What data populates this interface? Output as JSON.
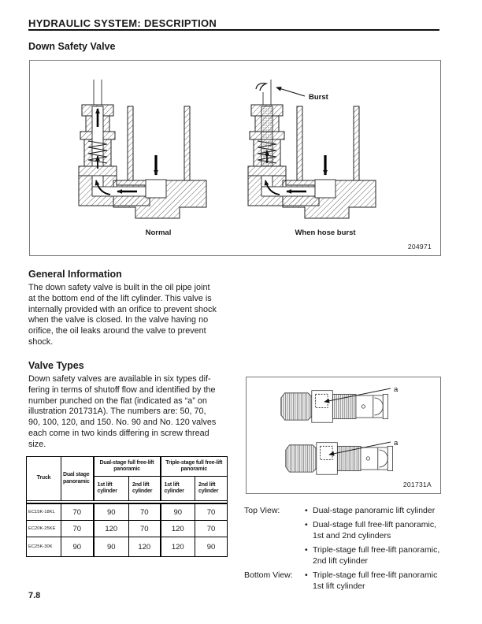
{
  "colors": {
    "text": "#1a1a1a",
    "background": "#ffffff",
    "line": "#000000"
  },
  "page": {
    "header_title": "HYDRAULIC SYSTEM: DESCRIPTION",
    "page_number": "7.8"
  },
  "section1": {
    "title": "Down Safety Valve",
    "figure": {
      "label_left": "Normal",
      "label_right": "When hose burst",
      "annotation": "Burst",
      "figure_number": "204971"
    }
  },
  "general_information": {
    "title": "General Information",
    "lines": [
      "The down safety valve is built in the oil pipe joint",
      "at the bottom end of the lift cylinder. This valve is",
      "internally provided with an orifice to prevent shock",
      "when the valve is closed. In the valve having no",
      "orifice, the oil leaks around the valve to prevent",
      "shock."
    ]
  },
  "valve_types": {
    "title": "Valve Types",
    "lines": [
      "Down safety valves are available in six types dif-",
      "fering in terms of shutoff flow and identified by the",
      "number punched on the flat (indicated as “a” on",
      "illustration 201731A). The numbers are: 50, 70,",
      "90, 100, 120, and 150. No. 90 and No. 120 valves",
      "each come in two kinds differing in screw thread",
      "size."
    ]
  },
  "table": {
    "col_truck": "Truck",
    "col_dual_stage": "Dual stage panoramic",
    "group_dual_full": "Dual-stage full free-lift panoramic",
    "group_triple_full": "Triple-stage full free-lift panoramic",
    "sub_1st": "1st lift cylinder",
    "sub_2nd": "2nd lift cylinder",
    "rows": [
      {
        "truck": "EC15K-18KL",
        "values": [
          "70",
          "90",
          "70",
          "90",
          "70"
        ]
      },
      {
        "truck": "EC20K-25KE",
        "values": [
          "70",
          "120",
          "70",
          "120",
          "70"
        ]
      },
      {
        "truck": "EC25K-30K",
        "values": [
          "90",
          "90",
          "120",
          "120",
          "90"
        ]
      }
    ]
  },
  "figure2": {
    "flat_label": "a",
    "figure_number": "201731A"
  },
  "views": {
    "bullet": "•",
    "top_label": "Top View:",
    "bottom_label": "Bottom View:",
    "top_items": [
      "Dual-stage panoramic lift cylinder",
      "Dual-stage full free-lift panoramic,\n1st and 2nd cylinders",
      "Triple-stage full free-lift panoramic,\n2nd lift cylinder"
    ],
    "bottom_items": [
      "Triple-stage full free-lift panoramic\n1st lift cylinder"
    ]
  }
}
